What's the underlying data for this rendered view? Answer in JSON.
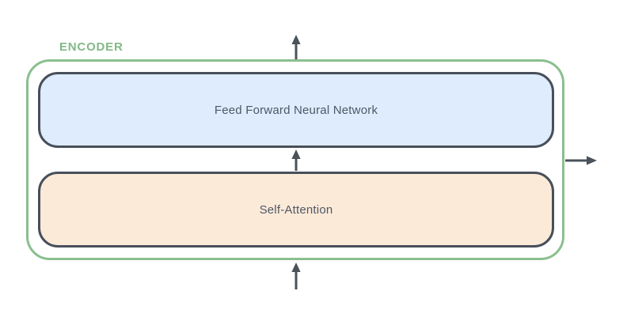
{
  "diagram": {
    "encoder_label": "ENCODER",
    "blocks": [
      {
        "id": "feed-forward",
        "label": "Feed Forward Neural Network",
        "fill": "#dfecfd"
      },
      {
        "id": "self-attention",
        "label": "Self-Attention",
        "fill": "#fcead8"
      }
    ],
    "icons": [
      "input-up-arrow-icon",
      "attention-to-ffnn-up-arrow-icon",
      "output-up-arrow-icon",
      "output-right-arrow-icon"
    ],
    "colors": {
      "encoder_border": "#8abf8e",
      "encoder_label_text": "#82b987",
      "block_border": "#474f5a",
      "block_text": "#4d5866",
      "ffnn_fill": "#dfecfd",
      "attention_fill": "#fcead8",
      "arrow": "#4a525a",
      "background": "#ffffff"
    }
  }
}
